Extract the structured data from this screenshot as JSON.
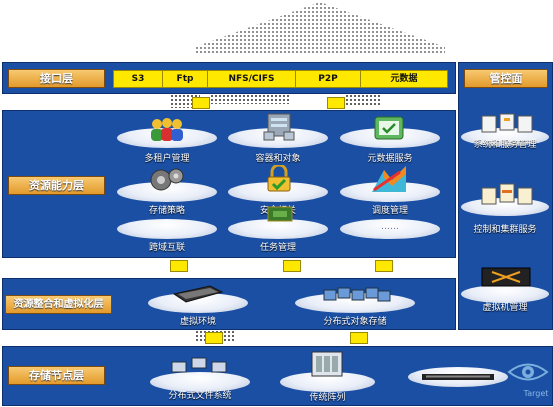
{
  "interface": {
    "label": "接口层",
    "protocols": [
      "S3",
      "Ftp",
      "NFS/CIFS",
      "P2P",
      "元数据"
    ]
  },
  "resource": {
    "label": "资源能力层",
    "items": [
      "多租户管理",
      "容器和对象",
      "元数据服务",
      "存储策略",
      "安全相关",
      "调度管理",
      "跨域互联",
      "任务管理",
      "……"
    ]
  },
  "virtual": {
    "label": "资源整合和虚拟化层",
    "items": [
      "虚拟环境",
      "分布式对象存储"
    ]
  },
  "storage": {
    "label": "存储节点层",
    "items": [
      "分布式文件系统",
      "传统阵列"
    ]
  },
  "mgmt": {
    "label": "管控面",
    "items": [
      "系统和服务管理",
      "控制和集群服务",
      "虚拟机管理"
    ]
  },
  "watermark": "Target"
}
